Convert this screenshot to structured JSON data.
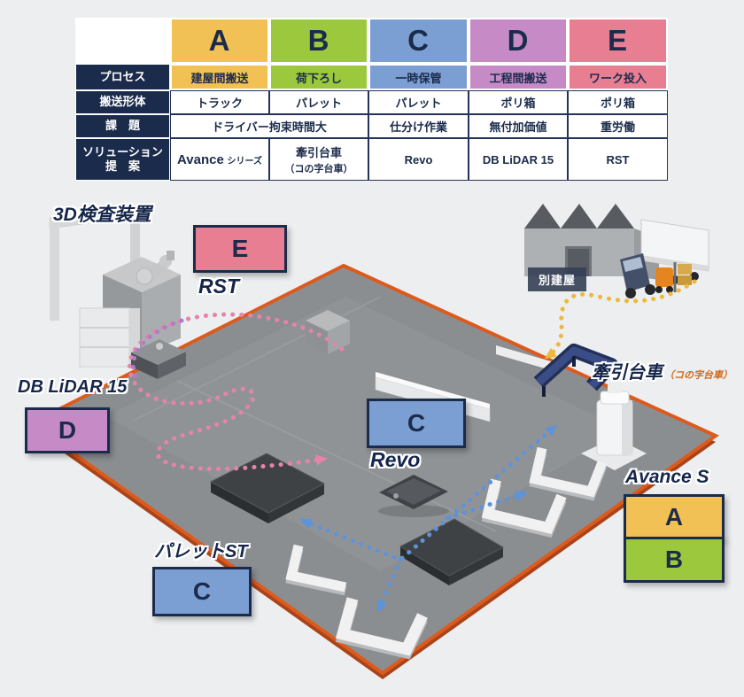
{
  "page": {
    "bg": "#eceef0"
  },
  "colors": {
    "navy": "#1b2b4b",
    "a_yellow": "#f2c155",
    "b_green": "#9cc83d",
    "c_blue": "#7b9ed3",
    "d_purple": "#c68bc6",
    "e_pink": "#e87e92",
    "floor_gray": "#8b8e91",
    "floor_edge_orange": "#dd5a1d",
    "path_pink": "#e583ab",
    "path_purple": "#b07cc8",
    "path_blue": "#5f93d8",
    "path_yellow": "#edb93c"
  },
  "table": {
    "letters": {
      "a": "A",
      "b": "B",
      "c": "C",
      "d": "D",
      "e": "E"
    },
    "row_labels": {
      "process": "プロセス",
      "transport": "搬送形体",
      "issue": "課　題",
      "solution": "ソリューション\n提　案"
    },
    "process": {
      "a": "建屋間搬送",
      "b": "荷下ろし",
      "c": "一時保管",
      "d": "工程間搬送",
      "e": "ワーク投入"
    },
    "transport": {
      "a": "トラック",
      "b": "パレット",
      "c": "パレット",
      "d": "ポリ箱",
      "e": "ポリ箱"
    },
    "issue": {
      "ab": "ドライバー拘束時間大",
      "c": "仕分け作業",
      "d": "無付加価値",
      "e": "重労働"
    },
    "solution": {
      "a_main": "Avance",
      "a_sub": "シリーズ",
      "b_line1": "牽引台車",
      "b_line2": "（コの字台車）",
      "c": "Revo",
      "d": "DB LiDAR 15",
      "e": "RST"
    }
  },
  "diagram": {
    "labels": {
      "inspection": "3D検査装置",
      "rst": "RST",
      "db_lidar": "DB LiDAR 15",
      "pallet_st": "パレットST",
      "revo": "Revo",
      "towing_main": "牽引台車",
      "towing_sub": "（コの字台車）",
      "avance": "Avance S",
      "building": "別建屋"
    },
    "boxes": {
      "e": "E",
      "d": "D",
      "c_mid": "C",
      "c_bottom": "C",
      "a": "A",
      "b": "B"
    }
  }
}
